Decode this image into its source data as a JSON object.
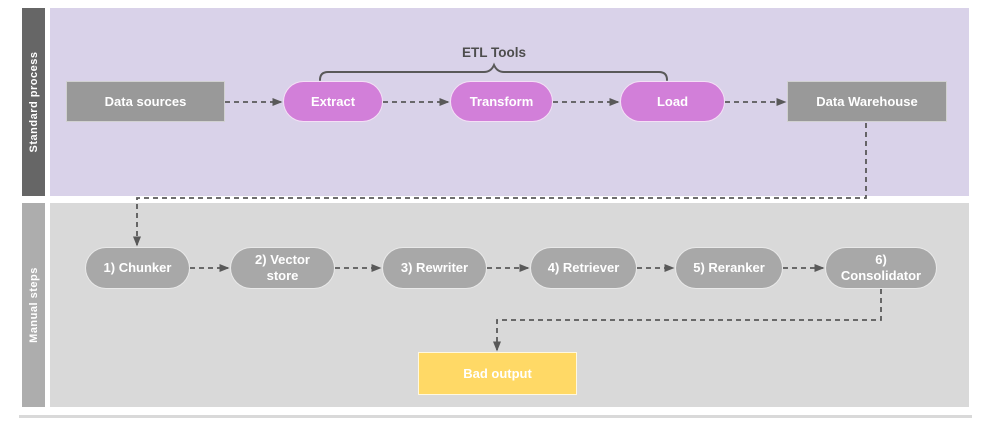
{
  "diagram": {
    "lanes": [
      {
        "label": "Standard process",
        "annotation": {
          "label": "ETL Tools"
        },
        "nodes": [
          {
            "label": "Data sources",
            "shape": "rectangle",
            "color_key": "gray_box"
          },
          {
            "label": "Extract",
            "shape": "pill",
            "color_key": "purple_pill"
          },
          {
            "label": "Transform",
            "shape": "pill",
            "color_key": "purple_pill"
          },
          {
            "label": "Load",
            "shape": "pill",
            "color_key": "purple_pill"
          },
          {
            "label": "Data Warehouse",
            "shape": "rectangle",
            "color_key": "gray_box"
          }
        ]
      },
      {
        "label": "Manual steps",
        "nodes": [
          {
            "label": "1) Chunker",
            "shape": "pill",
            "color_key": "gray_pill"
          },
          {
            "label": "2) Vector store",
            "shape": "pill",
            "color_key": "gray_pill"
          },
          {
            "label": "3) Rewriter",
            "shape": "pill",
            "color_key": "gray_pill"
          },
          {
            "label": "4) Retriever",
            "shape": "pill",
            "color_key": "gray_pill"
          },
          {
            "label": "5) Reranker",
            "shape": "pill",
            "color_key": "gray_pill"
          },
          {
            "label": "6) Consolidator",
            "shape": "pill",
            "color_key": "gray_pill"
          },
          {
            "label": "Bad output",
            "shape": "rectangle",
            "color_key": "yellow_box"
          }
        ]
      }
    ],
    "connectors": [
      {
        "from": "Data sources",
        "to": "Extract",
        "style": "dashed-arrow"
      },
      {
        "from": "Extract",
        "to": "Transform",
        "style": "dashed-arrow"
      },
      {
        "from": "Transform",
        "to": "Load",
        "style": "dashed-arrow"
      },
      {
        "from": "Load",
        "to": "Data Warehouse",
        "style": "dashed-arrow"
      },
      {
        "from": "Data Warehouse",
        "to": "1) Chunker",
        "style": "dashed-arrow"
      },
      {
        "from": "1) Chunker",
        "to": "2) Vector store",
        "style": "dashed-arrow"
      },
      {
        "from": "2) Vector store",
        "to": "3) Rewriter",
        "style": "dashed-arrow"
      },
      {
        "from": "3) Rewriter",
        "to": "4) Retriever",
        "style": "dashed-arrow"
      },
      {
        "from": "4) Retriever",
        "to": "5) Reranker",
        "style": "dashed-arrow"
      },
      {
        "from": "5) Reranker",
        "to": "6) Consolidator",
        "style": "dashed-arrow"
      },
      {
        "from": "6) Consolidator",
        "to": "Bad output",
        "style": "dashed-arrow"
      }
    ],
    "colors": {
      "lane1_bg": "#d9d2e9",
      "lane1_bar": "#666666",
      "lane2_bg": "#d9d9d9",
      "lane2_bar": "#adadad",
      "gray_box": "#999999",
      "gray_pill": "#a8a8a8",
      "purple_pill": "#d27fd9",
      "yellow_box": "#ffd966",
      "connector": "#595959",
      "annotation_text": "#4d4d4d",
      "node_text": "#ffffff"
    }
  }
}
